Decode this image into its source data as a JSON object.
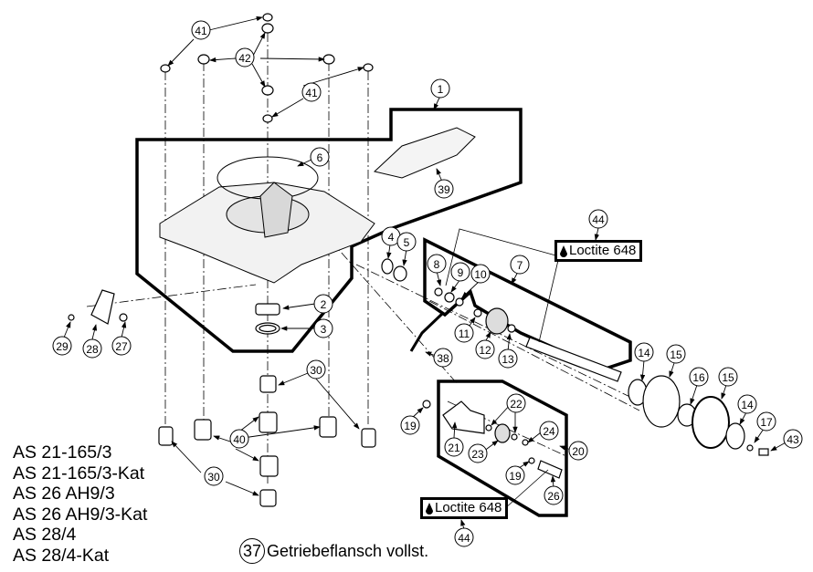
{
  "diagram": {
    "type": "exploded parts diagram",
    "models": [
      "AS 21-165/3",
      "AS 21-165/3-Kat",
      "AS 26 AH9/3",
      "AS 26 AH9/3-Kat",
      "AS 28/4",
      "AS 28/4-Kat"
    ],
    "assembly_note": {
      "number": "37",
      "label": "Getriebeflansch vollst."
    },
    "adhesive_label": "Loctite 648",
    "callouts": [
      {
        "id": "c41a",
        "label": "41"
      },
      {
        "id": "c42",
        "label": "42"
      },
      {
        "id": "c41b",
        "label": "41"
      },
      {
        "id": "c1",
        "label": "1"
      },
      {
        "id": "c6",
        "label": "6"
      },
      {
        "id": "c39",
        "label": "39"
      },
      {
        "id": "c44a",
        "label": "44"
      },
      {
        "id": "c4",
        "label": "4"
      },
      {
        "id": "c5",
        "label": "5"
      },
      {
        "id": "c7",
        "label": "7"
      },
      {
        "id": "c8",
        "label": "8"
      },
      {
        "id": "c9",
        "label": "9"
      },
      {
        "id": "c10",
        "label": "10"
      },
      {
        "id": "c11",
        "label": "11"
      },
      {
        "id": "c12",
        "label": "12"
      },
      {
        "id": "c13",
        "label": "13"
      },
      {
        "id": "c38",
        "label": "38"
      },
      {
        "id": "c2",
        "label": "2"
      },
      {
        "id": "c3",
        "label": "3"
      },
      {
        "id": "c29",
        "label": "29"
      },
      {
        "id": "c28",
        "label": "28"
      },
      {
        "id": "c27",
        "label": "27"
      },
      {
        "id": "c30a",
        "label": "30"
      },
      {
        "id": "c40",
        "label": "40"
      },
      {
        "id": "c30b",
        "label": "30"
      },
      {
        "id": "c19a",
        "label": "19"
      },
      {
        "id": "c21",
        "label": "21"
      },
      {
        "id": "c22",
        "label": "22"
      },
      {
        "id": "c23",
        "label": "23"
      },
      {
        "id": "c24",
        "label": "24"
      },
      {
        "id": "c19b",
        "label": "19"
      },
      {
        "id": "c26",
        "label": "26"
      },
      {
        "id": "c20",
        "label": "20"
      },
      {
        "id": "c44b",
        "label": "44"
      },
      {
        "id": "c14a",
        "label": "14"
      },
      {
        "id": "c15a",
        "label": "15"
      },
      {
        "id": "c16",
        "label": "16"
      },
      {
        "id": "c15b",
        "label": "15"
      },
      {
        "id": "c14b",
        "label": "14"
      },
      {
        "id": "c17",
        "label": "17"
      },
      {
        "id": "c43",
        "label": "43"
      }
    ]
  }
}
